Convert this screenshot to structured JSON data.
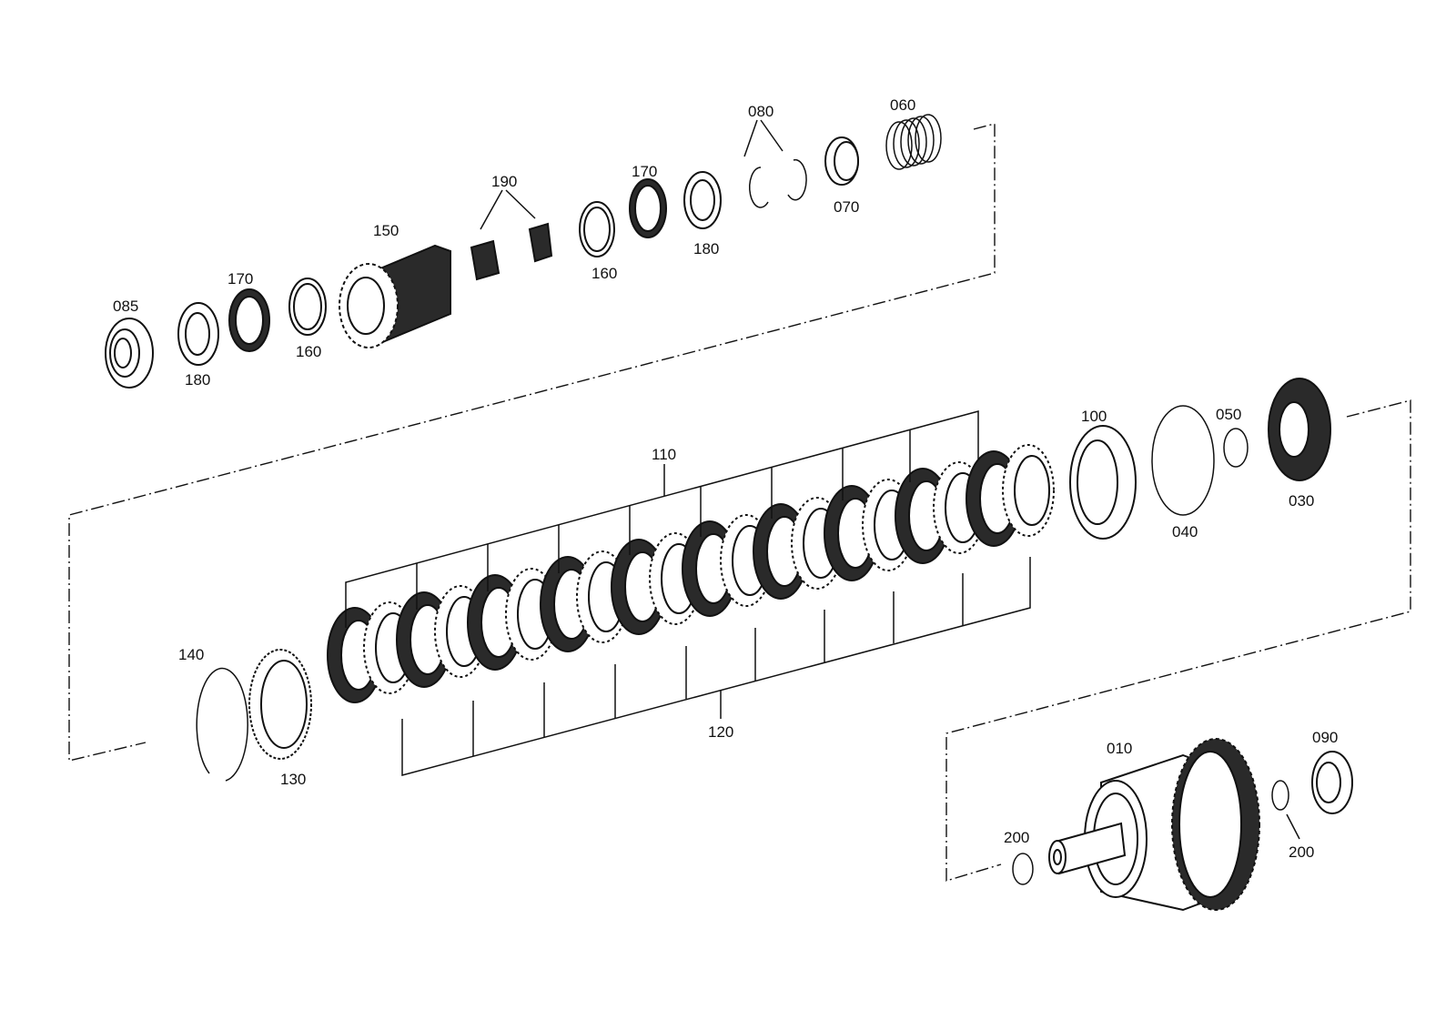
{
  "callouts": {
    "p010": "010",
    "p030": "030",
    "p040": "040",
    "p050": "050",
    "p060": "060",
    "p070": "070",
    "p080": "080",
    "p085": "085",
    "p090": "090",
    "p100": "100",
    "p110": "110",
    "p120": "120",
    "p130": "130",
    "p140": "140",
    "p150": "150",
    "p160a": "160",
    "p160b": "160",
    "p170a": "170",
    "p170b": "170",
    "p180a": "180",
    "p180b": "180",
    "p190": "190",
    "p200a": "200",
    "p200b": "200"
  },
  "colors": {
    "ink": "#111111",
    "background": "#ffffff",
    "friction_fill": "#2a2a2a"
  }
}
